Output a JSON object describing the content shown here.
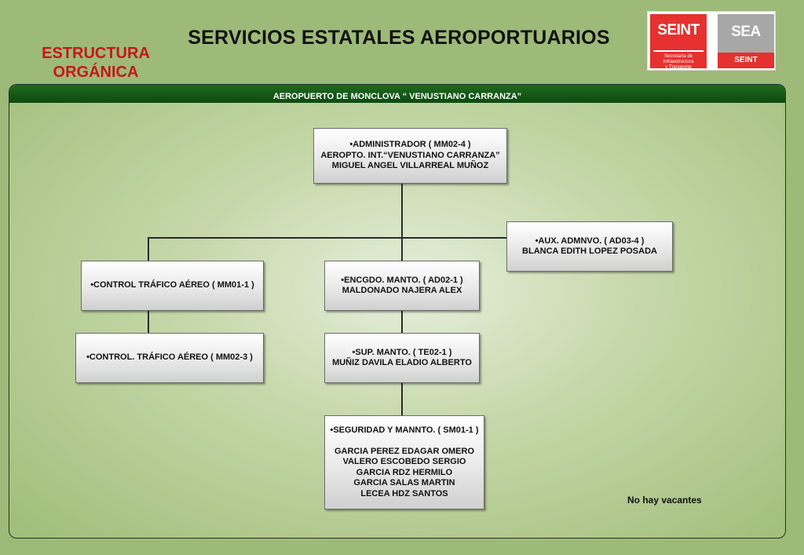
{
  "header": {
    "title": "SERVICIOS ESTATALES AEROPORTUARIOS",
    "subtitle_line1": "ESTRUCTURA",
    "subtitle_line2": "ORGÁNICA"
  },
  "logos": {
    "seint_logo": {
      "text": "SEINT",
      "caption_line1": "Secretaría de Infraestructura",
      "caption_line2": "y Transporte",
      "color": "#e5312f"
    },
    "sea_logo": {
      "text": "SEA",
      "bar_text": "SEINT",
      "color": "#a7a7a7"
    }
  },
  "panel": {
    "header": "AEROPUERTO DE MONCLOVA “ VENUSTIANO CARRANZA”",
    "header_color": "#0d4a10"
  },
  "org_chart": {
    "administrador": {
      "line1": "•ADMINISTRADOR  ( MM02-4 )",
      "line2": "AEROPTO. INT.“VENUSTIANO CARRANZA”",
      "line3": "MIGUEL ANGEL VILLARREAL MUÑOZ"
    },
    "aux_admnvo": {
      "line1": "•AUX. ADMNVO. ( AD03-4 )",
      "line2": "BLANCA EDITH LOPEZ POSADA"
    },
    "control_trafico_1": {
      "line1": "•CONTROL TRÁFICO AÉREO ( MM01-1 )"
    },
    "control_trafico_2": {
      "line1": "•CONTROL. TRÁFICO AÉREO ( MM02-3 )"
    },
    "encgdo_manto": {
      "line1": "•ENCGDO. MANTO. ( AD02-1 )",
      "line2": "MALDONADO NAJERA ALEX"
    },
    "sup_manto": {
      "line1": "•SUP. MANTO. ( TE02-1 )",
      "line2": "MUÑIZ DAVILA ELADIO ALBERTO"
    },
    "seguridad": {
      "line1": "•SEGURIDAD  Y MANNTO. ( SM01-1 )",
      "members": [
        "GARCIA PEREZ EDAGAR OMERO",
        "VALERO ESCOBEDO SERGIO",
        "GARCIA RDZ HERMILO",
        "GARCIA SALAS MARTIN",
        "LECEA HDZ SANTOS"
      ]
    }
  },
  "note": "No hay vacantes"
}
